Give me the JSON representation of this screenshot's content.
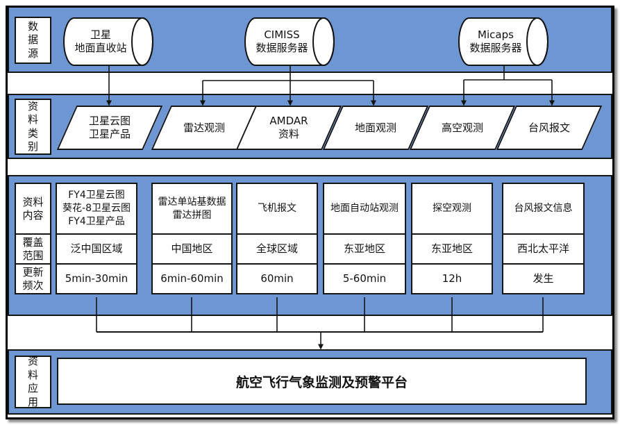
{
  "colors": {
    "band_blue": "#6E96D3",
    "line_color": "#141414",
    "box_bg": "#ffffff"
  },
  "sources_band": {
    "label": "数据源",
    "cylinders": [
      {
        "text": "卫星\n地面直收站"
      },
      {
        "text": "CIMISS\n数据服务器"
      },
      {
        "text": "Micaps\n数据服务器"
      }
    ]
  },
  "categories_band": {
    "label": "资料类别",
    "shapes": [
      {
        "text": "卫星云图\n卫星产品"
      },
      {
        "text": "雷达观测"
      },
      {
        "text": "AMDAR\n资料"
      },
      {
        "text": "地面观测"
      },
      {
        "text": "高空观测"
      },
      {
        "text": "台风报文"
      }
    ]
  },
  "details_band": {
    "row_labels": [
      {
        "text": "资料\n内容"
      },
      {
        "text": "覆盖\n范围"
      },
      {
        "text": "更新\n频次"
      }
    ],
    "columns": [
      {
        "content": "FY4卫星云图\n葵花-8卫星云图\nFY4卫星产品",
        "coverage": "泛中国区域",
        "frequency": "5min-30min"
      },
      {
        "content": "雷达单站基数据\n雷达拼图",
        "coverage": "中国地区",
        "frequency": "6min-60min"
      },
      {
        "content": "飞机报文",
        "coverage": "全球区域",
        "frequency": "60min"
      },
      {
        "content": "地面自动站观测",
        "coverage": "东亚地区",
        "frequency": "5-60min"
      },
      {
        "content": "探空观测",
        "coverage": "东亚地区",
        "frequency": "12h"
      },
      {
        "content": "台风报文信息",
        "coverage": "西北太平洋",
        "frequency": "发生"
      }
    ]
  },
  "application_band": {
    "label": "资料应用",
    "platform": "航空飞行气象监测及预警平台"
  }
}
